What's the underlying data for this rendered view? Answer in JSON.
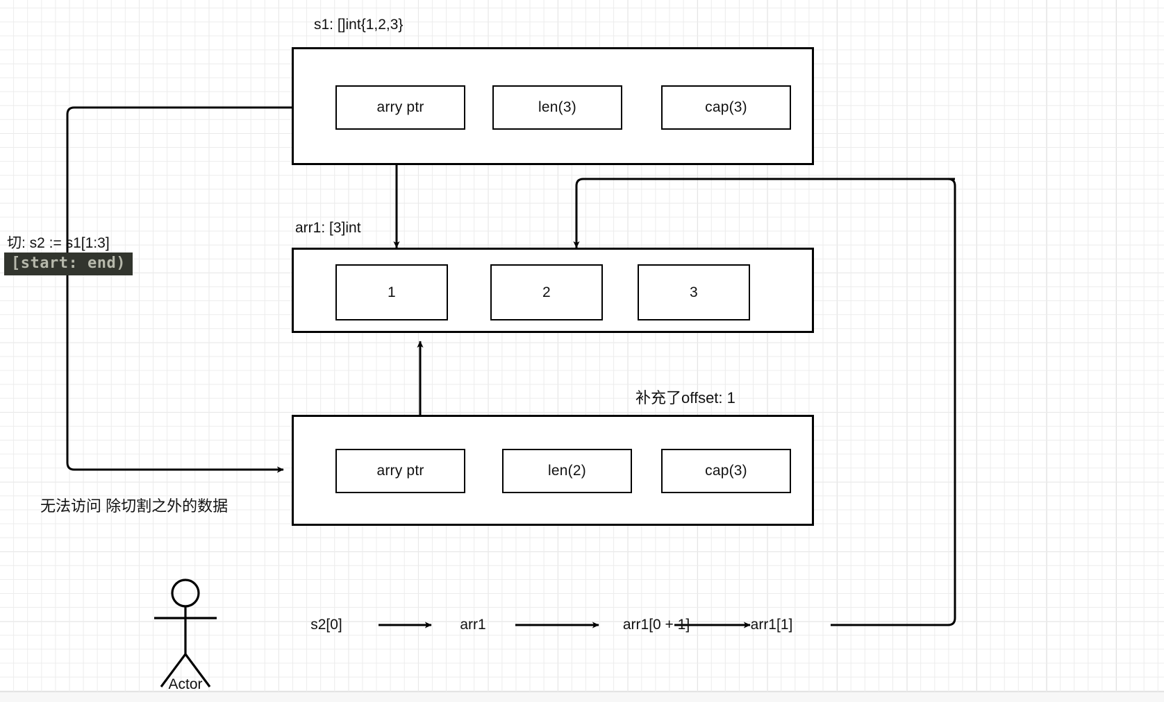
{
  "diagram": {
    "title_note_s1": "s1: []int{1,2,3}",
    "title_note_arr1": "arr1: [3]int",
    "note_offset": "补充了offset: 1",
    "note_slice_expr": "切:  s2 := s1[1:3]",
    "code_chip": "[start: end)",
    "note_no_access": "无法访问 除切割之外的数据"
  },
  "s1_struct": {
    "fields": [
      {
        "label": "arry ptr"
      },
      {
        "label": "len(3)"
      },
      {
        "label": "cap(3)"
      }
    ]
  },
  "arr1_struct": {
    "cells": [
      {
        "label": "1"
      },
      {
        "label": "2"
      },
      {
        "label": "3"
      }
    ]
  },
  "s2_struct": {
    "fields": [
      {
        "label": "arry ptr"
      },
      {
        "label": "len(2)"
      },
      {
        "label": "cap(3)"
      }
    ]
  },
  "flow": {
    "steps": [
      {
        "label": "s2[0]"
      },
      {
        "label": "arr1"
      },
      {
        "label": "arr1[0 + 1]"
      },
      {
        "label": "arr1[1]"
      }
    ]
  },
  "actor": {
    "label": "Actor"
  },
  "colors": {
    "stroke": "#000000",
    "canvas": "#ffffff",
    "grid_fine": "#ececec",
    "grid_bold": "#d5d5d5",
    "chip_bg": "#32352e",
    "chip_fg": "#b7b9ac"
  }
}
